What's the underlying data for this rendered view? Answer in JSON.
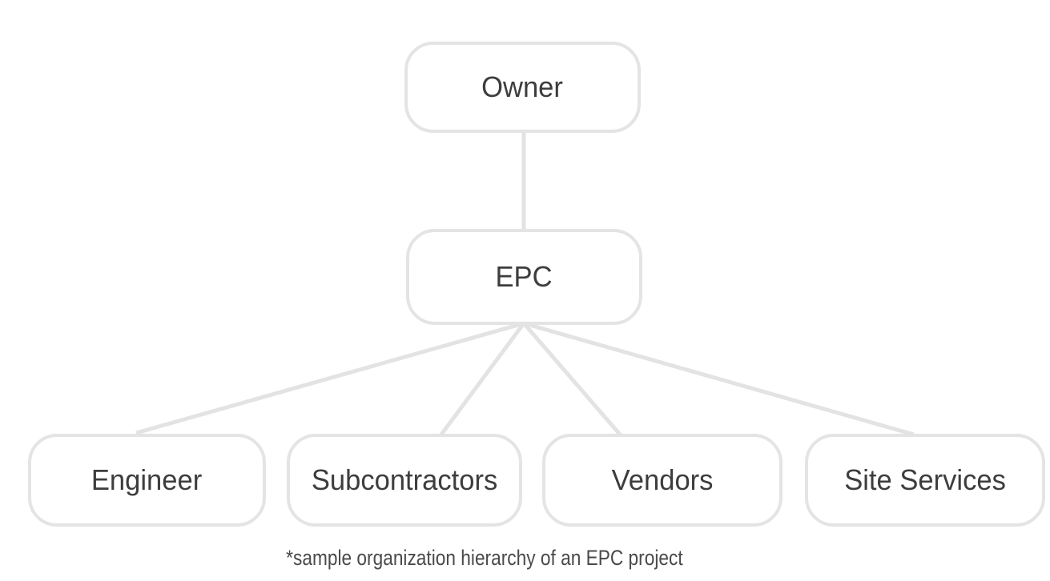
{
  "nodes": [
    {
      "id": "owner",
      "label": "Owner"
    },
    {
      "id": "epc",
      "label": "EPC"
    },
    {
      "id": "engineer",
      "label": "Engineer"
    },
    {
      "id": "subcontractors",
      "label": "Subcontractors"
    },
    {
      "id": "vendors",
      "label": "Vendors"
    },
    {
      "id": "site-services",
      "label": "Site Services"
    }
  ],
  "edges": [
    {
      "from": "Owner",
      "to": "EPC"
    },
    {
      "from": "EPC",
      "to": "Engineer"
    },
    {
      "from": "EPC",
      "to": "Subcontractors"
    },
    {
      "from": "EPC",
      "to": "Vendors"
    },
    {
      "from": "EPC",
      "to": "Site Services"
    }
  ],
  "caption": "*sample organization hierarchy of an EPC project",
  "colors": {
    "node-border": "#e4e4e4",
    "connector": "#e3e3e3",
    "node-text": "#3d3d3d",
    "caption-text": "#4a4a4a",
    "background": "#ffffff"
  }
}
